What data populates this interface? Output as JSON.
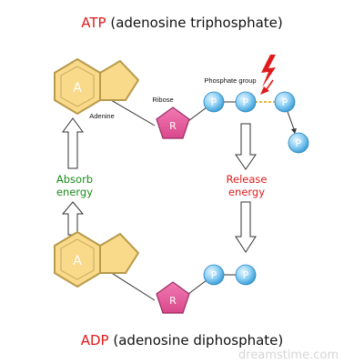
{
  "header": {
    "abbr": "ATP",
    "full": "(adenosine triphosphate)"
  },
  "footer": {
    "abbr": "ADP",
    "full": "(adenosine diphosphate)"
  },
  "labels": {
    "adenine": "Adenine",
    "ribose": "Ribose",
    "phosphate_group": "Phosphate group",
    "absorb": [
      "Absorb",
      "energy"
    ],
    "release": [
      "Release",
      "energy"
    ]
  },
  "atoms": {
    "adenine": "A",
    "ribose": "R",
    "phosphate": "P"
  },
  "watermark": "dreamstime.com",
  "colors": {
    "atp_red": "#e01b1b",
    "absorb_green": "#1a8a1a",
    "release_red": "#e01b1b",
    "adenine_fill": "#f9d98a",
    "adenine_stroke": "#b89a4a",
    "ribose_fill": "#e8609e",
    "phosphate_fill": "#7cc7f2",
    "lightning": "#e01b1b"
  },
  "icons": [
    "lightning-icon",
    "arrow-up-icon",
    "arrow-down-icon"
  ]
}
